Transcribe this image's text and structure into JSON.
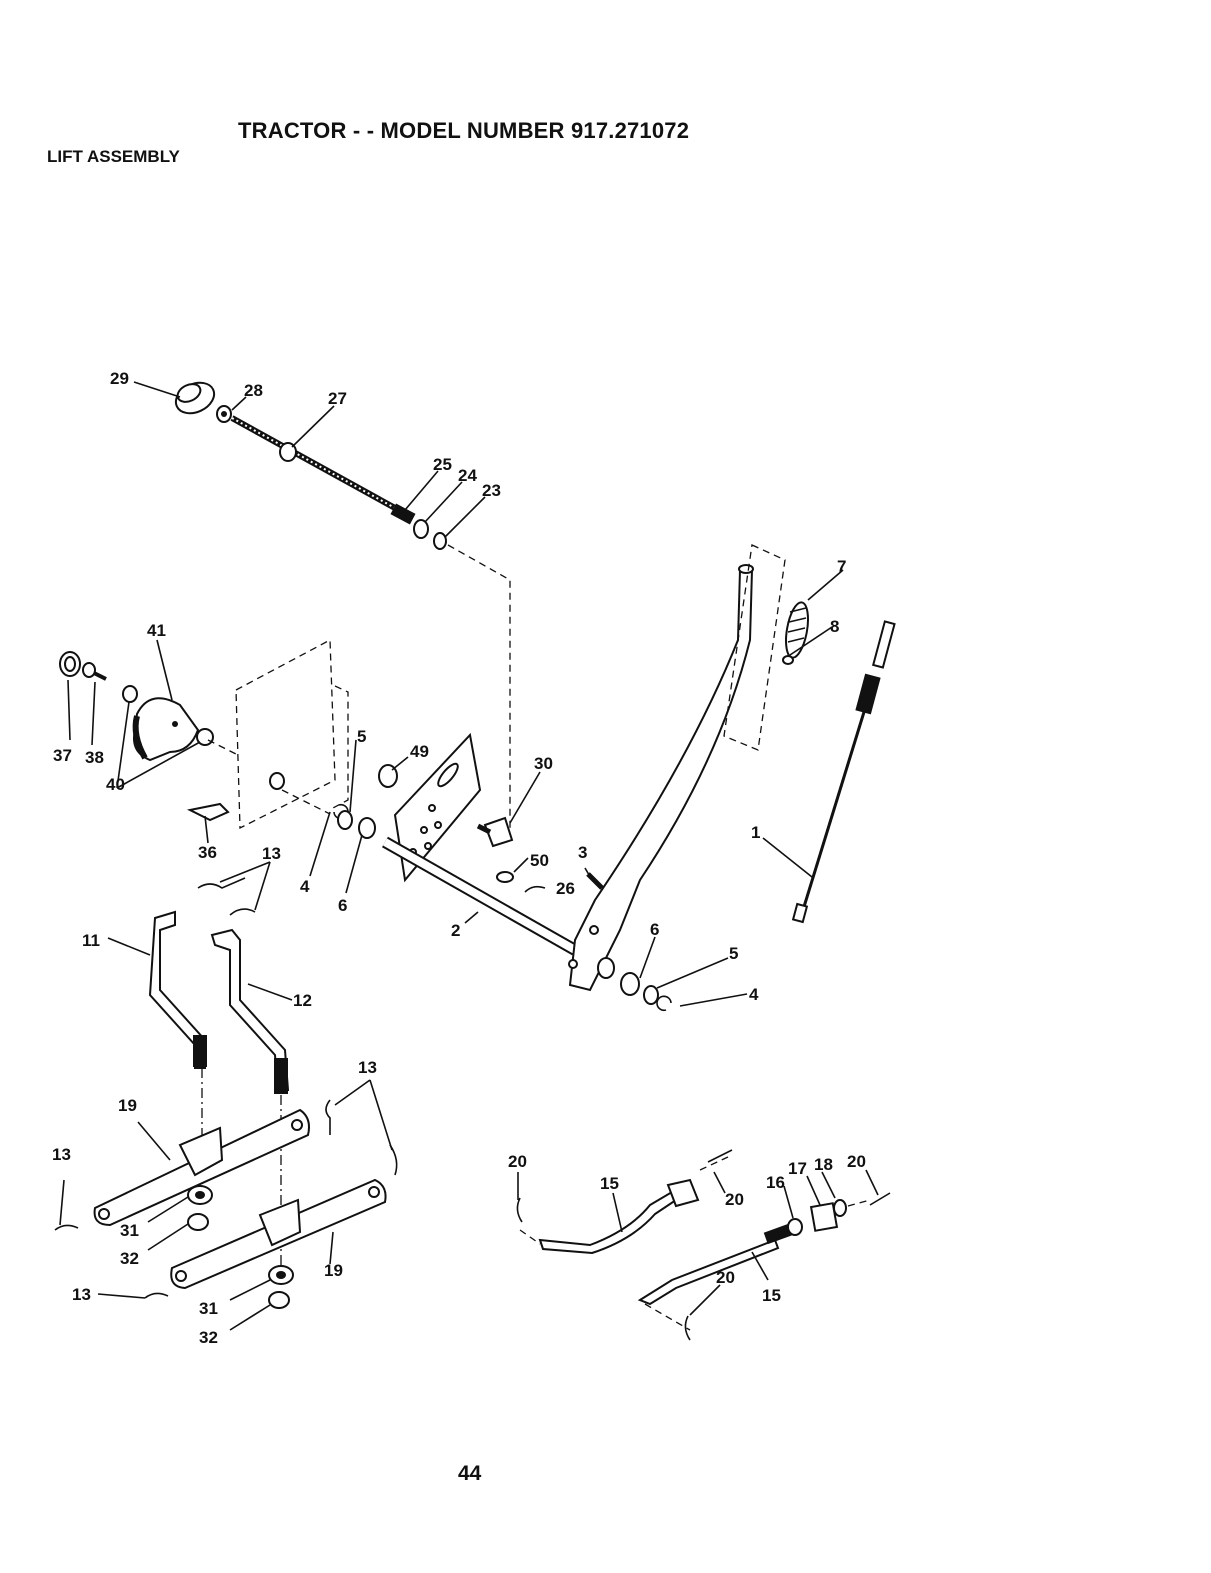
{
  "header": {
    "title": "TRACTOR - - MODEL NUMBER 917.271072",
    "section": "LIFT ASSEMBLY"
  },
  "page_number": "44",
  "callouts": {
    "c1": "1",
    "c2": "2",
    "c3": "3",
    "c4a": "4",
    "c4b": "4",
    "c5a": "5",
    "c5b": "5",
    "c6a": "6",
    "c6b": "6",
    "c7": "7",
    "c8": "8",
    "c11": "11",
    "c12": "12",
    "c13a": "13",
    "c13b": "13",
    "c13c": "13",
    "c13d": "13",
    "c15a": "15",
    "c15b": "15",
    "c16": "16",
    "c17": "17",
    "c18": "18",
    "c19a": "19",
    "c19b": "19",
    "c20a": "20",
    "c20b": "20",
    "c20c": "20",
    "c20d": "20",
    "c23": "23",
    "c24": "24",
    "c25": "25",
    "c26": "26",
    "c27": "27",
    "c28": "28",
    "c29": "29",
    "c30": "30",
    "c31a": "31",
    "c31b": "31",
    "c32a": "32",
    "c32b": "32",
    "c36": "36",
    "c37": "37",
    "c38": "38",
    "c40": "40",
    "c41": "41",
    "c49": "49",
    "c50": "50"
  }
}
